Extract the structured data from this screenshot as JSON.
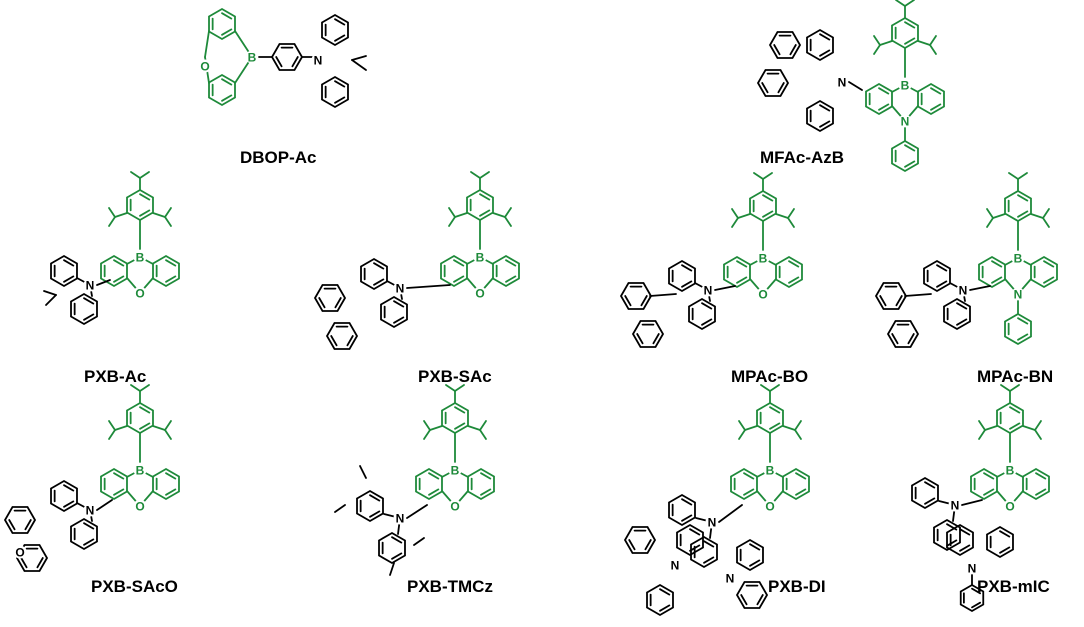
{
  "colors": {
    "acceptor": "#1e8a3a",
    "donor": "#000000",
    "background": "#ffffff"
  },
  "atom_labels": {
    "boron": "B",
    "oxygen": "O",
    "nitrogen": "N"
  },
  "molecules": [
    {
      "id": "dbop-ac",
      "name": "DBOP-Ac"
    },
    {
      "id": "mfac-azb",
      "name": "MFAc-AzB"
    },
    {
      "id": "pxb-ac",
      "name": "PXB-Ac"
    },
    {
      "id": "pxb-sac",
      "name": "PXB-SAc"
    },
    {
      "id": "mpac-bo",
      "name": "MPAc-BO"
    },
    {
      "id": "mpac-bn",
      "name": "MPAc-BN"
    },
    {
      "id": "pxb-saco",
      "name": "PXB-SAcO"
    },
    {
      "id": "pxb-tmcz",
      "name": "PXB-TMCz"
    },
    {
      "id": "pxb-di",
      "name": "PXB-DI"
    },
    {
      "id": "pxb-mic",
      "name": "PXB-mIC"
    }
  ]
}
